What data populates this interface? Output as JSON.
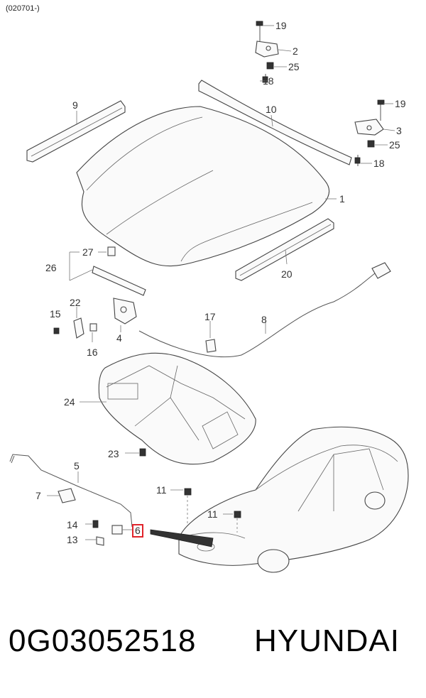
{
  "diagram": {
    "revision": "(020701-)",
    "part_number": "0G03052518",
    "brand": "HYUNDAI",
    "highlight_color": "#e0242b",
    "callouts": [
      {
        "id": "19a",
        "label": "19"
      },
      {
        "id": "2",
        "label": "2"
      },
      {
        "id": "25a",
        "label": "25"
      },
      {
        "id": "18a",
        "label": "18"
      },
      {
        "id": "9",
        "label": "9"
      },
      {
        "id": "10",
        "label": "10"
      },
      {
        "id": "19b",
        "label": "19"
      },
      {
        "id": "3",
        "label": "3"
      },
      {
        "id": "25b",
        "label": "25"
      },
      {
        "id": "18b",
        "label": "18"
      },
      {
        "id": "1",
        "label": "1"
      },
      {
        "id": "27",
        "label": "27"
      },
      {
        "id": "26",
        "label": "26"
      },
      {
        "id": "20",
        "label": "20"
      },
      {
        "id": "22",
        "label": "22"
      },
      {
        "id": "15",
        "label": "15"
      },
      {
        "id": "17",
        "label": "17"
      },
      {
        "id": "8",
        "label": "8"
      },
      {
        "id": "4",
        "label": "4"
      },
      {
        "id": "16",
        "label": "16"
      },
      {
        "id": "24",
        "label": "24"
      },
      {
        "id": "23",
        "label": "23"
      },
      {
        "id": "5",
        "label": "5"
      },
      {
        "id": "7",
        "label": "7"
      },
      {
        "id": "11a",
        "label": "11"
      },
      {
        "id": "11b",
        "label": "11"
      },
      {
        "id": "14",
        "label": "14"
      },
      {
        "id": "13",
        "label": "13"
      },
      {
        "id": "6",
        "label": "6",
        "highlighted": true
      }
    ]
  }
}
